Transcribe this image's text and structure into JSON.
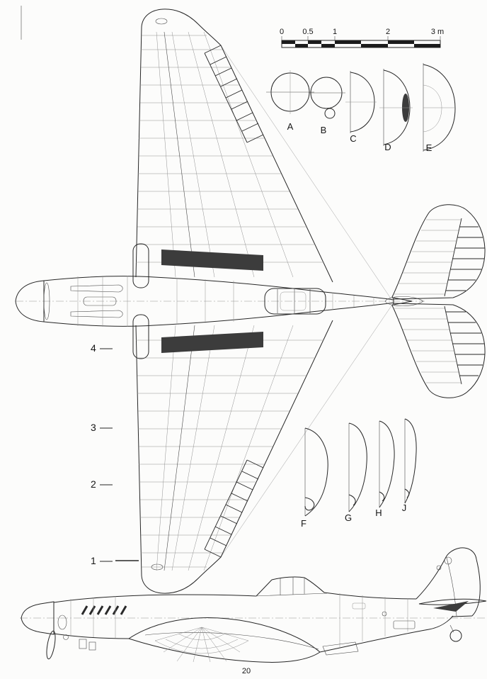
{
  "colors": {
    "ink": "#262626",
    "paper": "#fcfcfb",
    "dark_fill": "#3c3c3c"
  },
  "scale_bar": {
    "labels": [
      "0",
      "0.5",
      "1",
      "2",
      "3 m"
    ]
  },
  "fuselage_sections": {
    "labels": [
      "A",
      "B",
      "C",
      "D",
      "E"
    ]
  },
  "wing_sections": {
    "labels": [
      "F",
      "G",
      "H",
      "J"
    ]
  },
  "callouts": {
    "labels": [
      "4",
      "3",
      "2",
      "1"
    ]
  },
  "page": {
    "number": "20"
  }
}
